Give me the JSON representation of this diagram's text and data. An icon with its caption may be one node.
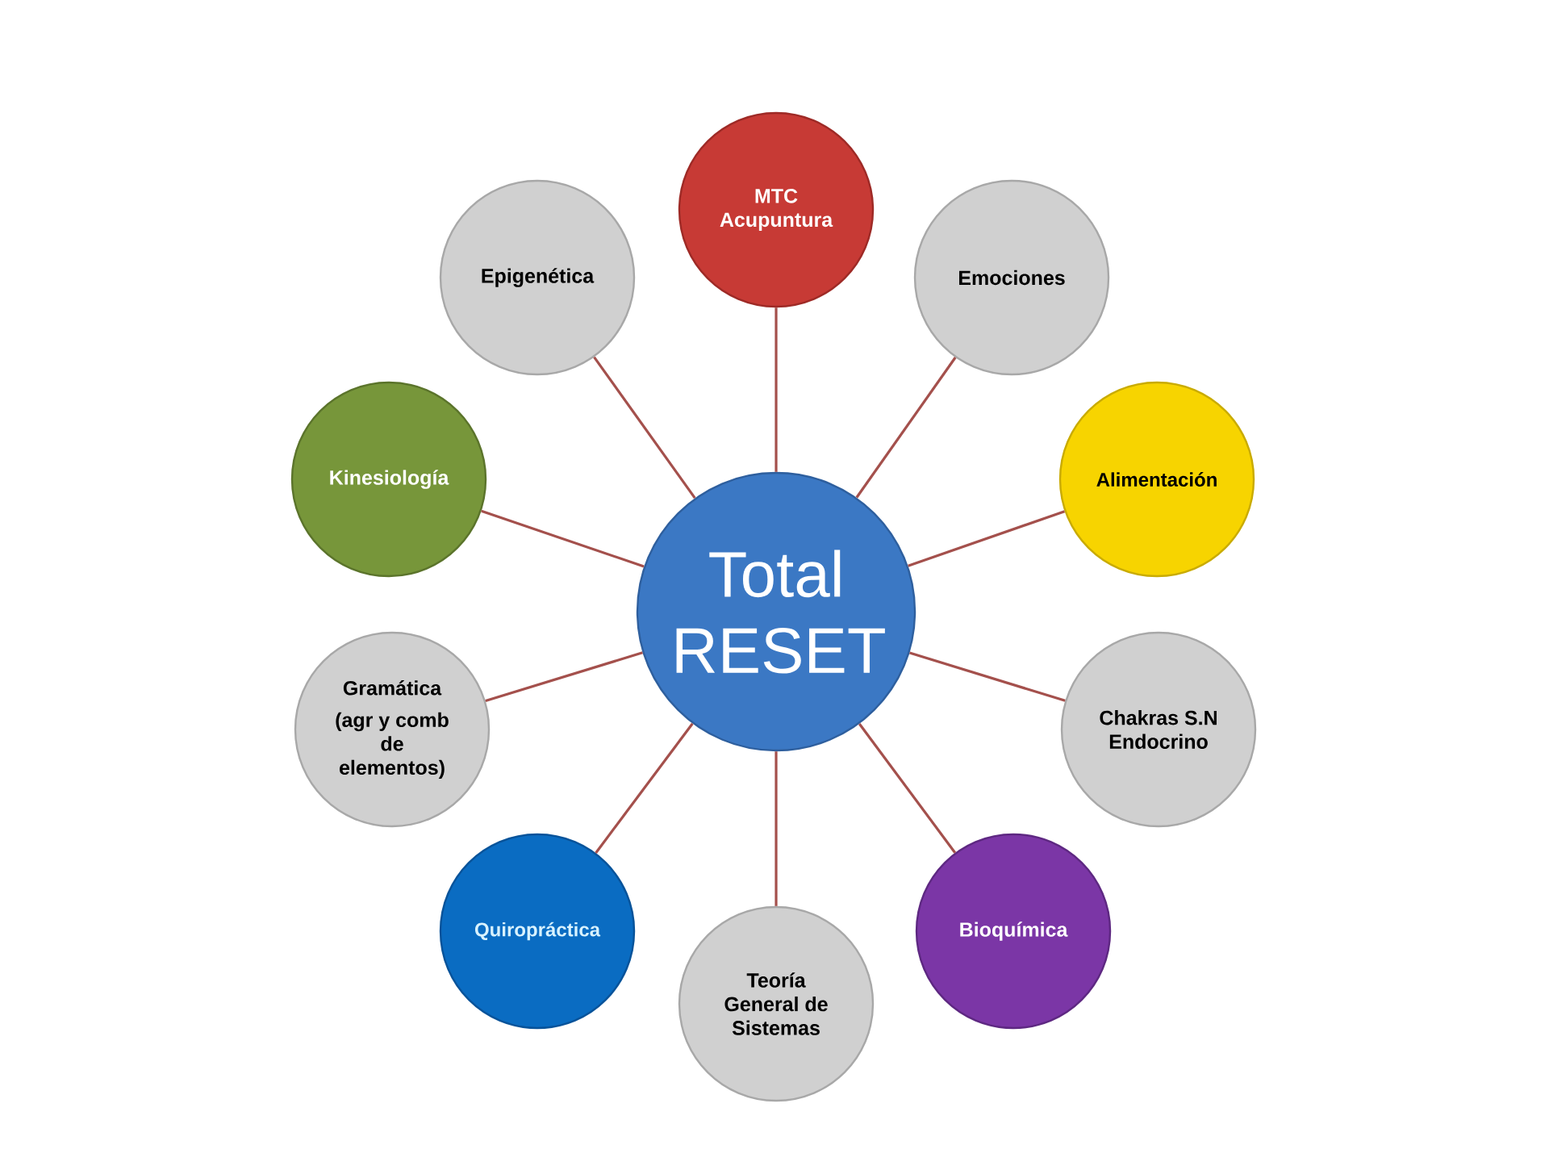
{
  "diagram": {
    "nodes": [
      {
        "text": [
          "Total RESET"
        ]
      },
      {
        "text": [
          "MTC Acupuntura"
        ]
      },
      {
        "text": [
          "Emociones"
        ]
      },
      {
        "text": [
          "Alimentación"
        ]
      },
      {
        "text": [
          "Chakras S.N Endocrino"
        ]
      },
      {
        "text": [
          "Bioquímica"
        ]
      },
      {
        "text": [
          "Teoría General de Sistemas"
        ]
      },
      {
        "text": [
          "Quiropráctica"
        ]
      },
      {
        "text": [
          "Gramática",
          "(agr y comb de elementos)"
        ]
      },
      {
        "text": [
          "Kinesiología"
        ]
      },
      {
        "text": [
          "Epigenética"
        ]
      }
    ],
    "edges": [
      {
        "from": 0,
        "to": 1,
        "arrow": "none"
      },
      {
        "from": 0,
        "to": 2,
        "arrow": "none"
      },
      {
        "from": 0,
        "to": 3,
        "arrow": "none"
      },
      {
        "from": 0,
        "to": 4,
        "arrow": "none"
      },
      {
        "from": 0,
        "to": 5,
        "arrow": "none"
      },
      {
        "from": 0,
        "to": 6,
        "arrow": "none"
      },
      {
        "from": 0,
        "to": 7,
        "arrow": "none"
      },
      {
        "from": 0,
        "to": 8,
        "arrow": "none"
      },
      {
        "from": 0,
        "to": 9,
        "arrow": "none"
      },
      {
        "from": 0,
        "to": 10,
        "arrow": "none"
      }
    ]
  }
}
